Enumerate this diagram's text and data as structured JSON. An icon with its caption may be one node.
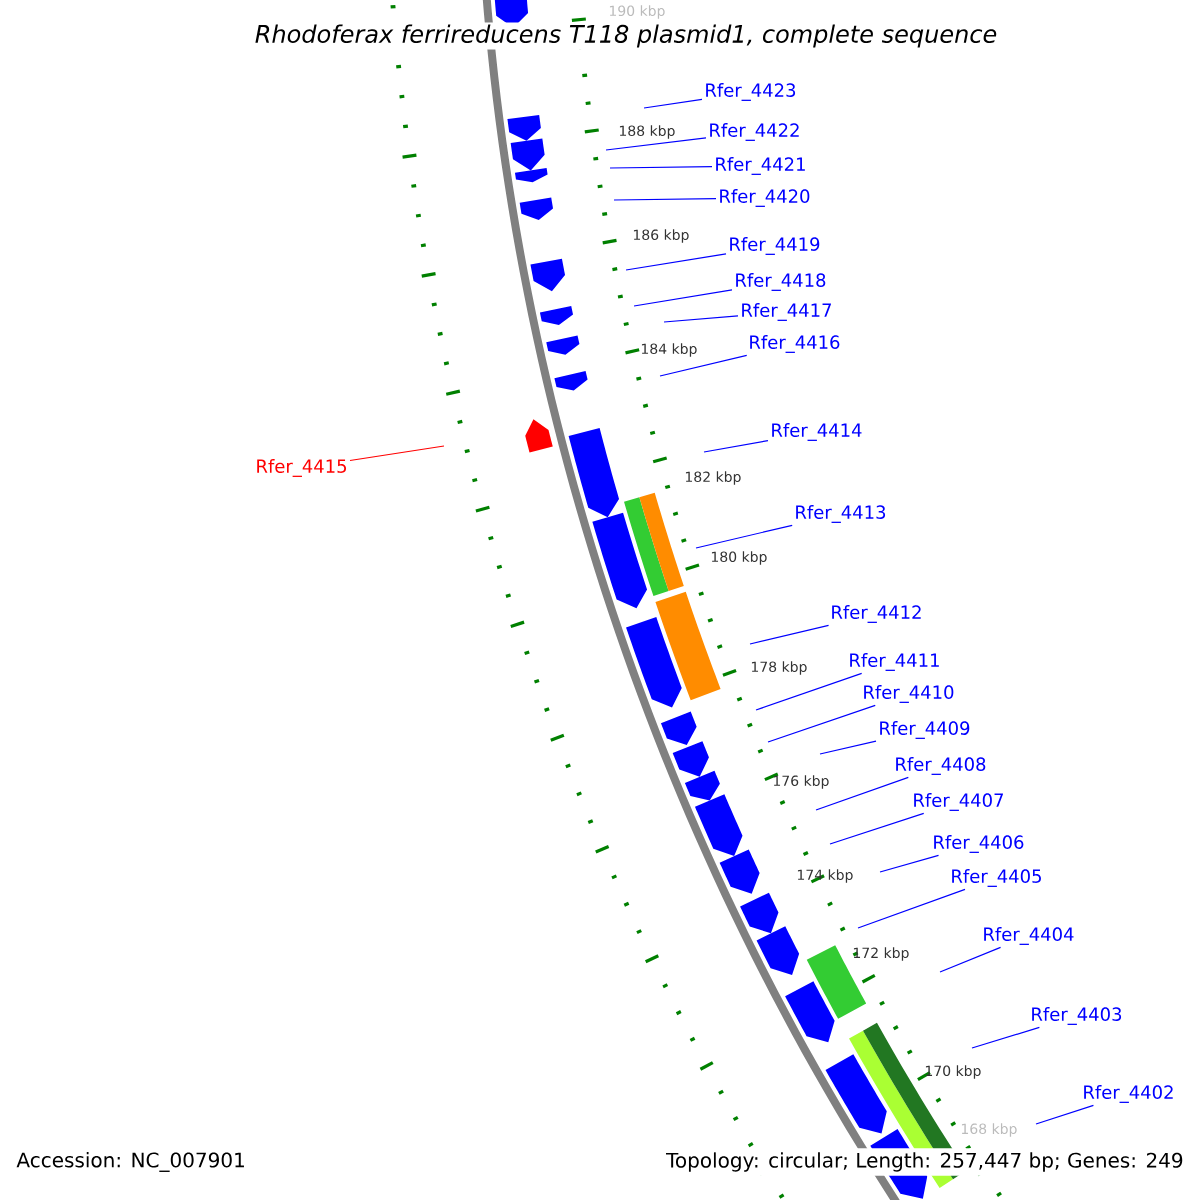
{
  "diagram": {
    "title": "Rhodoferax ferrireducens T118 plasmid1, complete sequence",
    "nodes": [
      {
        "text": [
          "Rfer_4423"
        ]
      },
      {
        "text": [
          "Rfer_4422"
        ]
      },
      {
        "text": [
          "Rfer_4421"
        ]
      },
      {
        "text": [
          "Rfer_4420"
        ]
      },
      {
        "text": [
          "Rfer_4419"
        ]
      },
      {
        "text": [
          "Rfer_4418"
        ]
      },
      {
        "text": [
          "Rfer_4417"
        ]
      },
      {
        "text": [
          "Rfer_4416"
        ]
      },
      {
        "text": [
          "Rfer_4415"
        ]
      },
      {
        "text": [
          "Rfer_4414"
        ]
      },
      {
        "text": [
          "Rfer_4413"
        ]
      },
      {
        "text": [
          "Rfer_4412"
        ]
      },
      {
        "text": [
          "Rfer_4411"
        ]
      },
      {
        "text": [
          "Rfer_4410"
        ]
      },
      {
        "text": [
          "Rfer_4409"
        ]
      },
      {
        "text": [
          "Rfer_4408"
        ]
      },
      {
        "text": [
          "Rfer_4407"
        ]
      },
      {
        "text": [
          "Rfer_4406"
        ]
      },
      {
        "text": [
          "Rfer_4405"
        ]
      },
      {
        "text": [
          "Rfer_4404"
        ]
      },
      {
        "text": [
          "Rfer_4403"
        ]
      },
      {
        "text": [
          "Rfer_4402"
        ]
      }
    ],
    "edges": [
      {
        "from": 0,
        "to": null,
        "arrow": "none"
      },
      {
        "from": 1,
        "to": null,
        "arrow": "none"
      },
      {
        "from": 2,
        "to": null,
        "arrow": "none"
      },
      {
        "from": 3,
        "to": null,
        "arrow": "none"
      },
      {
        "from": 4,
        "to": null,
        "arrow": "none"
      },
      {
        "from": 5,
        "to": null,
        "arrow": "none"
      },
      {
        "from": 6,
        "to": null,
        "arrow": "none"
      },
      {
        "from": 7,
        "to": null,
        "arrow": "none"
      },
      {
        "from": 8,
        "to": null,
        "arrow": "none",
        "color": "#ff0000"
      },
      {
        "from": 9,
        "to": null,
        "arrow": "none"
      },
      {
        "from": 10,
        "to": null,
        "arrow": "none"
      },
      {
        "from": 11,
        "to": null,
        "arrow": "none"
      },
      {
        "from": 12,
        "to": null,
        "arrow": "none"
      },
      {
        "from": 13,
        "to": null,
        "arrow": "none"
      },
      {
        "from": 14,
        "to": null,
        "arrow": "none"
      },
      {
        "from": 15,
        "to": null,
        "arrow": "none"
      },
      {
        "from": 16,
        "to": null,
        "arrow": "none"
      },
      {
        "from": 17,
        "to": null,
        "arrow": "none"
      },
      {
        "from": 18,
        "to": null,
        "arrow": "none"
      },
      {
        "from": 19,
        "to": null,
        "arrow": "none"
      },
      {
        "from": 20,
        "to": null,
        "arrow": "none"
      },
      {
        "from": 21,
        "to": null,
        "arrow": "none"
      }
    ],
    "labels": [
      "190 kbp",
      "188 kbp",
      "186 kbp",
      "184 kbp",
      "182 kbp",
      "180 kbp",
      "178 kbp",
      "176 kbp",
      "174 kbp",
      "172 kbp",
      "170 kbp",
      "168 kbp",
      "Accession: NC_007901",
      "Topology: circular; Length: 257,447 bp; Genes: 249"
    ]
  }
}
